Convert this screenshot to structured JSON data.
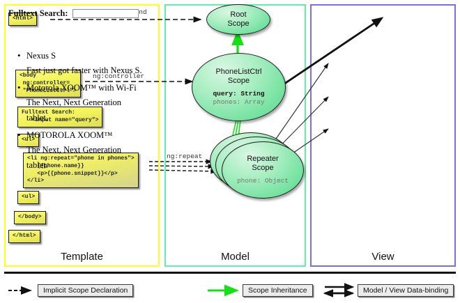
{
  "columns": [
    {
      "id": "template",
      "title": "Template",
      "border_color": "#ffff1a"
    },
    {
      "id": "model",
      "title": "Model",
      "border_color": "#5cf2a8"
    },
    {
      "id": "view",
      "title": "View",
      "border_color": "#7b6cf0"
    }
  ],
  "template": {
    "boxes": [
      {
        "id": "html-open",
        "text": "<html>"
      },
      {
        "id": "body-open",
        "text": "<body\n ng:controller=\n \"PhoneListCtrl\">"
      },
      {
        "id": "search",
        "text": "Fulltext Search:\n   <input name=\"query\">"
      },
      {
        "id": "ul-open",
        "text": "<ul>"
      },
      {
        "id": "li-repeat",
        "text": "<li ng:repeat=\"phone in phones\">\n   {{phone.name}}\n   <p>{{phone.snippet}}</p>\n</li>"
      },
      {
        "id": "ul-close",
        "text": "<ul>"
      },
      {
        "id": "body-close",
        "text": "</body>"
      },
      {
        "id": "html-close",
        "text": "</html>"
      }
    ]
  },
  "model": {
    "scopes": [
      {
        "id": "root-scope",
        "title": "Root\nScope",
        "props": []
      },
      {
        "id": "phonelist-scope",
        "title": "PhoneListCtrl\nScope",
        "props": [
          {
            "text": "query: String",
            "emphasis": "strong"
          },
          {
            "text": "phones: Array",
            "emphasis": "dim"
          }
        ]
      },
      {
        "id": "repeater-scope",
        "title": "Repeater\nScope",
        "props": [
          {
            "text": "phone: Object",
            "emphasis": "dim"
          }
        ]
      }
    ],
    "connector_labels": [
      {
        "id": "ng-autobind",
        "text": "ng:autobind"
      },
      {
        "id": "ng-controller",
        "text": "ng:controller"
      },
      {
        "id": "ng-repeat",
        "text": "ng:repeat"
      }
    ]
  },
  "view": {
    "search_label": "Fulltext Search:",
    "search_value": "",
    "search_placeholder": "",
    "phones": [
      {
        "name": "Nexus S",
        "snippet": "Fast just got faster with Nexus S."
      },
      {
        "name": "Motorola XOOM™  with Wi-Fi",
        "snippet": "The Next, Next Generation tablet."
      },
      {
        "name": "MOTOROLA XOOM™",
        "snippet": "The Next, Next Generation tablet."
      }
    ]
  },
  "legend": [
    {
      "id": "implicit-scope-declaration",
      "label": "Implicit Scope Declaration",
      "arrow": "dashed-black",
      "color": "#111111"
    },
    {
      "id": "scope-inheritance",
      "label": "Scope Inheritance",
      "arrow": "solid-green",
      "color": "#00e500"
    },
    {
      "id": "model-view-data-binding",
      "label": "Model / View Data-binding",
      "arrow": "double-black",
      "color": "#111111"
    }
  ]
}
